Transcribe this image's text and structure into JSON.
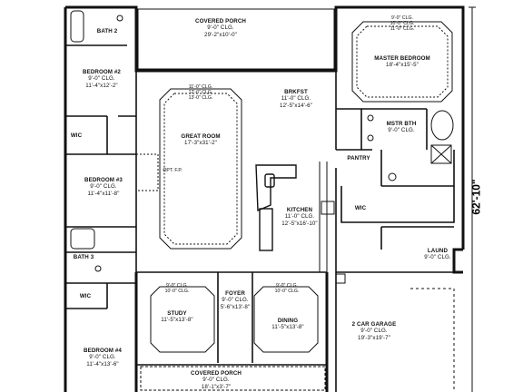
{
  "rooms": {
    "covered_porch_rear": {
      "name": "COVERED PORCH",
      "ceiling": "9'-0\" CLG.",
      "size": "29'-2\"x10'-0\""
    },
    "bath2": {
      "name": "BATH 2"
    },
    "bedroom2": {
      "name": "BEDROOM #2",
      "ceiling": "9'-0\" CLG.",
      "size": "11'-4\"x12'-2\""
    },
    "wic_bed2": {
      "name": "WIC"
    },
    "bedroom3": {
      "name": "BEDROOM #3",
      "ceiling": "9'-0\" CLG.",
      "size": "11'-4\"x11'-8\""
    },
    "bath3": {
      "name": "BATH 3"
    },
    "wic_bed4": {
      "name": "WIC"
    },
    "bedroom4": {
      "name": "BEDROOM #4",
      "ceiling": "9'-0\" CLG.",
      "size": "11'-4\"x13'-6\""
    },
    "great_room": {
      "name": "GREAT ROOM",
      "size": "17'-3\"x31'-2\"",
      "ceilings": [
        "11'-0\" CLG.",
        "12'-0\" CLG.",
        "13'-0\" CLG."
      ],
      "fireplace": "OPT. F.P."
    },
    "brkfst": {
      "name": "BRKFST",
      "ceiling": "11'-0\" CLG.",
      "size": "12'-5\"x14'-6\""
    },
    "kitchen": {
      "name": "KITCHEN",
      "ceiling": "11'-0\" CLG.",
      "size": "12'-5\"x16'-10\""
    },
    "master_bedroom": {
      "name": "MASTER BEDROOM",
      "size": "18'-4\"x15'-5\"",
      "ceilings": [
        "9'-0\" CLG.",
        "10'-0\" CLG.",
        "11'-0\" CLG."
      ]
    },
    "mstr_bth": {
      "name": "MSTR BTH",
      "ceiling": "9'-0\" CLG."
    },
    "pantry": {
      "name": "PANTRY"
    },
    "wic_master": {
      "name": "WIC"
    },
    "laund": {
      "name": "LAUND",
      "ceiling": "9'-0\" CLG."
    },
    "study": {
      "name": "STUDY",
      "size": "11'-5\"x13'-8\"",
      "ceilings": [
        "9'-0\" CLG.",
        "10'-0\" CLG."
      ]
    },
    "foyer": {
      "name": "FOYER",
      "ceiling": "9'-0\" CLG.",
      "size": "5'-6\"x13'-8\""
    },
    "dining": {
      "name": "DINING",
      "size": "11'-5\"x13'-8\"",
      "ceilings": [
        "9'-0\" CLG.",
        "10'-0\" CLG."
      ]
    },
    "garage": {
      "name": "2 CAR GARAGE",
      "ceiling": "9'-0\" CLG.",
      "size": "19'-3\"x19'-7\""
    },
    "covered_porch_front": {
      "name": "COVERED PORCH",
      "ceiling": "9'-0\" CLG.",
      "size": "18'-1\"x3'-7\""
    }
  },
  "dimensions": {
    "overall_depth": "62'-10\""
  },
  "colors": {
    "line": "#111111",
    "background": "#ffffff"
  }
}
